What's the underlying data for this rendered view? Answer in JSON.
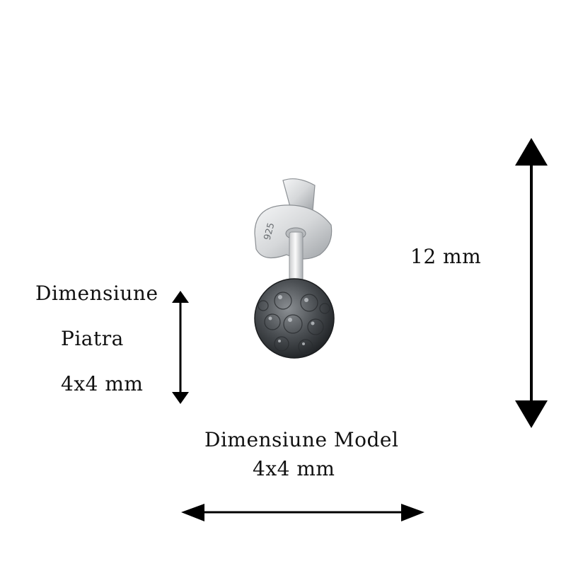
{
  "stone": {
    "title_line1": "Dimensiune",
    "title_line2": "Piatra",
    "size": "4x4 mm"
  },
  "model": {
    "title": "Dimensiune Model",
    "size": "4x4 mm"
  },
  "height": {
    "size": "12 mm"
  },
  "product": {
    "hallmark": "925",
    "stone_color": "#4a4e52",
    "metal_color": "#d8dadc"
  },
  "colors": {
    "arrow": "#000000",
    "background": "#ffffff"
  }
}
